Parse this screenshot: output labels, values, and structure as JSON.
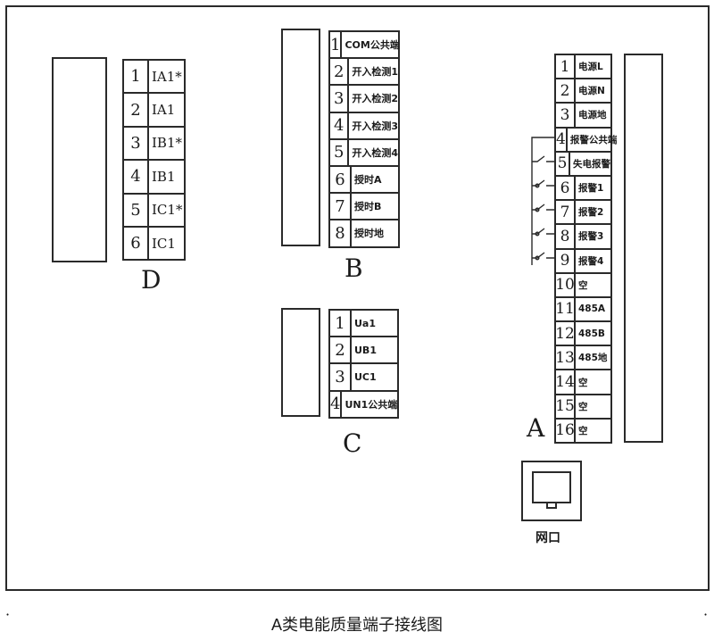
{
  "terminals": {
    "D": {
      "letter": "D",
      "rows": [
        {
          "no": "1",
          "label": "IA1*"
        },
        {
          "no": "2",
          "label": "IA1"
        },
        {
          "no": "3",
          "label": "IB1*"
        },
        {
          "no": "4",
          "label": "IB1"
        },
        {
          "no": "5",
          "label": "IC1*"
        },
        {
          "no": "6",
          "label": "IC1"
        }
      ]
    },
    "B": {
      "letter": "B",
      "rows": [
        {
          "no": "1",
          "label": "COM公共端"
        },
        {
          "no": "2",
          "label": "开入检测1"
        },
        {
          "no": "3",
          "label": "开入检测2"
        },
        {
          "no": "4",
          "label": "开入检测3"
        },
        {
          "no": "5",
          "label": "开入检测4"
        },
        {
          "no": "6",
          "label": "授时A"
        },
        {
          "no": "7",
          "label": "授时B"
        },
        {
          "no": "8",
          "label": "授时地"
        }
      ]
    },
    "C": {
      "letter": "C",
      "rows": [
        {
          "no": "1",
          "label": "Ua1"
        },
        {
          "no": "2",
          "label": "UB1"
        },
        {
          "no": "3",
          "label": "UC1"
        },
        {
          "no": "4",
          "label": "UN1公共端"
        }
      ]
    },
    "A": {
      "letter": "A",
      "rows": [
        {
          "no": "1",
          "label": "电源L"
        },
        {
          "no": "2",
          "label": "电源N"
        },
        {
          "no": "3",
          "label": "电源地"
        },
        {
          "no": "4",
          "label": "报警公共端"
        },
        {
          "no": "5",
          "label": "失电报警"
        },
        {
          "no": "6",
          "label": "报警1"
        },
        {
          "no": "7",
          "label": "报警2"
        },
        {
          "no": "8",
          "label": "报警3"
        },
        {
          "no": "9",
          "label": "报警4"
        },
        {
          "no": "10",
          "label": "空"
        },
        {
          "no": "11",
          "label": "485A"
        },
        {
          "no": "12",
          "label": "485B"
        },
        {
          "no": "13",
          "label": "485地"
        },
        {
          "no": "14",
          "label": "空"
        },
        {
          "no": "15",
          "label": "空"
        },
        {
          "no": "16",
          "label": "空"
        }
      ]
    }
  },
  "network_port": {
    "label": "网口"
  },
  "caption": "A类电能质量端子接线图",
  "edge_marks": {
    "left": "·",
    "right": "·"
  }
}
